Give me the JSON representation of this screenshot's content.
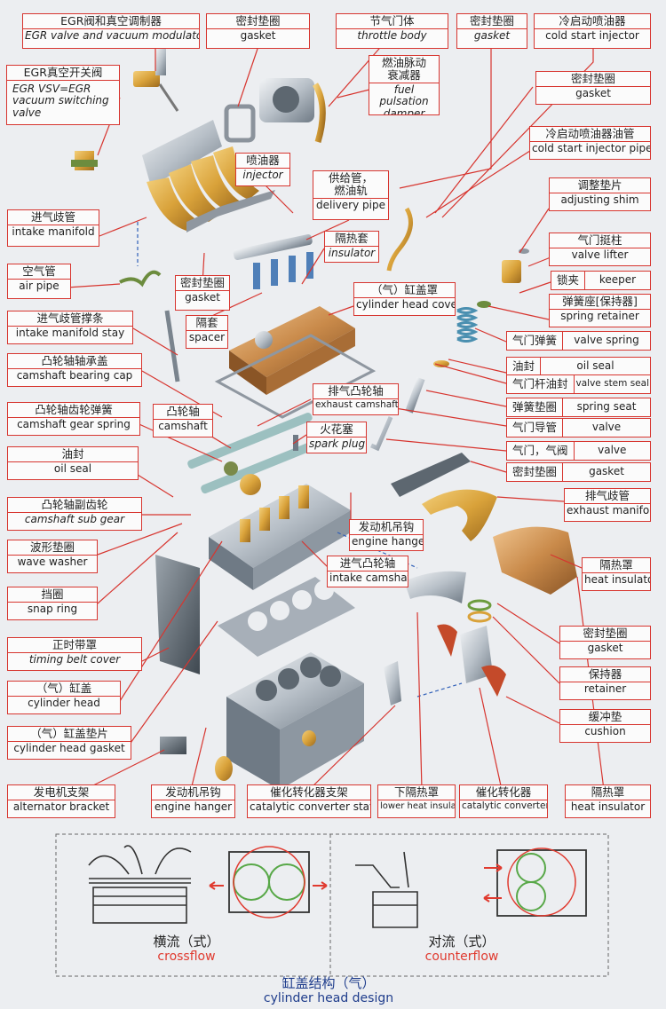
{
  "labels": [
    {
      "id": "egr-valve",
      "zh": "EGR阀和真空调制器",
      "en": "EGR valve and vacuum modulator",
      "italic": true
    },
    {
      "id": "gasket-top",
      "zh": "密封垫圈",
      "en": "gasket"
    },
    {
      "id": "throttle-body",
      "zh": "节气门体",
      "en": "throttle body",
      "italic": true
    },
    {
      "id": "gasket-top2",
      "zh": "密封垫圈",
      "en": "gasket",
      "italic": true
    },
    {
      "id": "cold-start-injector",
      "zh": "冷启动喷油器",
      "en": "cold start injector"
    },
    {
      "id": "egr-vsv",
      "zh": "EGR真空开关阀",
      "en": "EGR VSV=EGR vacuum switching valve",
      "enLines": [
        "EGR VSV=EGR",
        "vacuum switching",
        "valve"
      ]
    },
    {
      "id": "fuel-pulsation",
      "zh": "燃油脉动衰减器",
      "zhLines": [
        "燃油脉动",
        "衰减器"
      ],
      "en": "fuel pulsation damper",
      "enLines": [
        "fuel pulsation",
        "damper"
      ]
    },
    {
      "id": "gasket-right",
      "zh": "密封垫圈",
      "en": "gasket"
    },
    {
      "id": "cold-start-pipe",
      "zh": "冷启动喷油器油管",
      "en": "cold start injector pipe"
    },
    {
      "id": "injector",
      "zh": "喷油器",
      "en": "injector",
      "italic": true
    },
    {
      "id": "delivery-pipe",
      "zh": "供给管，燃油轨",
      "zhLines": [
        "供给管，",
        "燃油轨"
      ],
      "en": "delivery pipe"
    },
    {
      "id": "adjusting-shim",
      "zh": "调整垫片",
      "en": "adjusting shim"
    },
    {
      "id": "intake-manifold",
      "zh": "进气歧管",
      "en": "intake manifold"
    },
    {
      "id": "insulator",
      "zh": "隔热套",
      "en": "insulator"
    },
    {
      "id": "valve-lifter",
      "zh": "气门挺柱",
      "en": "valve lifter"
    },
    {
      "id": "air-pipe",
      "zh": "空气管",
      "en": "air pipe"
    },
    {
      "id": "gasket-mid",
      "zh": "密封垫圈",
      "en": "gasket"
    },
    {
      "id": "keeper",
      "zh": "锁夹",
      "en": "keeper"
    },
    {
      "id": "cylinder-head-cover",
      "zh": "（气）缸盖罩",
      "en": "cylinder head cover"
    },
    {
      "id": "spring-retainer",
      "zh": "弹簧座[保持器]",
      "en": "spring retainer"
    },
    {
      "id": "intake-manifold-stay",
      "zh": "进气歧管撑条",
      "en": "intake manifold stay"
    },
    {
      "id": "spacer",
      "zh": "隔套",
      "en": "spacer"
    },
    {
      "id": "valve-spring",
      "zh": "气门弹簧",
      "en": "valve spring"
    },
    {
      "id": "camshaft-bearing-cap",
      "zh": "凸轮轴轴承盖",
      "en": "camshaft bearing cap"
    },
    {
      "id": "oil-seal-right",
      "zh": "油封",
      "en": "oil seal"
    },
    {
      "id": "valve-stem-seal",
      "zh": "气门杆油封",
      "en": "valve stem seal"
    },
    {
      "id": "exhaust-camshaft",
      "zh": "排气凸轮轴",
      "en": "exhaust camshaft"
    },
    {
      "id": "camshaft-gear-spring",
      "zh": "凸轮轴齿轮弹簧",
      "en": "camshaft gear spring"
    },
    {
      "id": "camshaft",
      "zh": "凸轮轴",
      "en": "camshaft"
    },
    {
      "id": "spring-seat",
      "zh": "弹簧垫圈",
      "en": "spring seat"
    },
    {
      "id": "spark-plug",
      "zh": "火花塞",
      "en": "spark plug",
      "italic": true
    },
    {
      "id": "valve-guide",
      "zh": "气门导管",
      "en": "valve"
    },
    {
      "id": "valve",
      "zh": "气门，气阀",
      "en": "valve"
    },
    {
      "id": "oil-seal-left",
      "zh": "油封",
      "en": "oil seal"
    },
    {
      "id": "gasket-exhaust",
      "zh": "密封垫圈",
      "en": "gasket"
    },
    {
      "id": "camshaft-sub-gear",
      "zh": "凸轮轴副齿轮",
      "en": "camshaft sub gear",
      "italic": true
    },
    {
      "id": "exhaust-manifold",
      "zh": "排气歧管",
      "en": "exhaust manifold"
    },
    {
      "id": "engine-hanger-mid",
      "zh": "发动机吊钩",
      "en": "engine hanger"
    },
    {
      "id": "wave-washer",
      "zh": "波形垫圈",
      "en": "wave washer"
    },
    {
      "id": "intake-camshaft",
      "zh": "进气凸轮轴",
      "en": "intake camshaft"
    },
    {
      "id": "heat-insulator-right",
      "zh": "隔热罩",
      "en": "heat insulator"
    },
    {
      "id": "snap-ring",
      "zh": "挡圈",
      "en": "snap ring"
    },
    {
      "id": "timing-belt-cover",
      "zh": "正时带罩",
      "en": "timing belt cover",
      "italic": true
    },
    {
      "id": "gasket-lower",
      "zh": "密封垫圈",
      "en": "gasket"
    },
    {
      "id": "cylinder-head",
      "zh": "（气）缸盖",
      "en": "cylinder head"
    },
    {
      "id": "retainer",
      "zh": "保持器",
      "en": "retainer"
    },
    {
      "id": "cushion",
      "zh": "缓冲垫",
      "en": "cushion"
    },
    {
      "id": "cylinder-head-gasket",
      "zh": "（气）缸盖垫片",
      "en": "cylinder head gasket"
    },
    {
      "id": "alternator-bracket",
      "zh": "发电机支架",
      "en": "alternator bracket"
    },
    {
      "id": "engine-hanger-bottom",
      "zh": "发动机吊钩",
      "en": "engine hanger"
    },
    {
      "id": "catalytic-converter-stay",
      "zh": "催化转化器支架",
      "en": "catalytic converter stay"
    },
    {
      "id": "lower-heat-insulator",
      "zh": "下隔热罩",
      "en": "lower heat insulator"
    },
    {
      "id": "catalytic-converter",
      "zh": "催化转化器",
      "en": "catalytic converter"
    },
    {
      "id": "heat-insulator-bottom",
      "zh": "隔热罩",
      "en": "heat insulator"
    }
  ],
  "captions": {
    "crossflow": {
      "zh": "横流（式）",
      "en": "crossflow"
    },
    "counterflow": {
      "zh": "对流（式）",
      "en": "counterflow"
    },
    "title": {
      "zh": "缸盖结构（气）",
      "en": "cylinder head design"
    }
  },
  "colors": {
    "label_border": "#d7352f",
    "leader": "#d7352f",
    "caption_en": "#e03a2f",
    "title": "#1f3d8c",
    "part_gold": "#d9a23a",
    "part_steel": "#b8c0c8",
    "part_copper": "#c98a4a"
  }
}
